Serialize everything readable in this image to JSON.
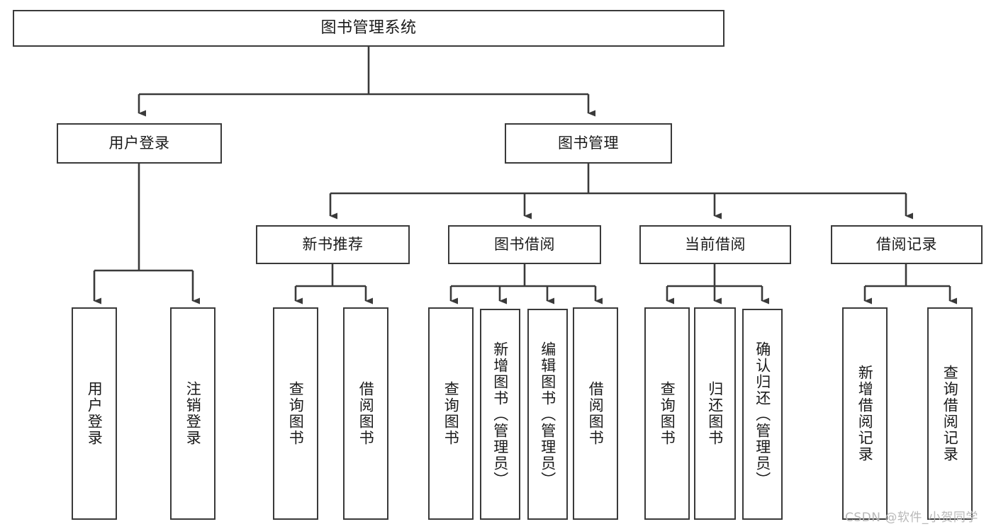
{
  "diagram": {
    "title": "图书管理系统",
    "type": "tree-hierarchy-chart",
    "background_color": "#ffffff",
    "line_color": "#3a3a3a",
    "text_color": "#1a1a1a",
    "nodes": {
      "root": {
        "label": "图书管理系统"
      },
      "level1": [
        {
          "id": "user-login",
          "label": "用户登录"
        },
        {
          "id": "book-management",
          "label": "图书管理"
        }
      ],
      "level2": [
        {
          "id": "new-book-recommend",
          "label": "新书推荐"
        },
        {
          "id": "book-borrow",
          "label": "图书借阅"
        },
        {
          "id": "current-borrow",
          "label": "当前借阅"
        },
        {
          "id": "borrow-record",
          "label": "借阅记录"
        }
      ],
      "leaves": [
        {
          "id": "leaf-user-login",
          "label": "用户登录",
          "parent": "user-login"
        },
        {
          "id": "leaf-logout",
          "label": "注销登录",
          "parent": "user-login"
        },
        {
          "id": "leaf-query-book-1",
          "label": "查询图书",
          "parent": "new-book-recommend"
        },
        {
          "id": "leaf-borrow-book-1",
          "label": "借阅图书",
          "parent": "new-book-recommend"
        },
        {
          "id": "leaf-query-book-2",
          "label": "查询图书",
          "parent": "book-borrow"
        },
        {
          "id": "leaf-add-book",
          "label": "新增图书（管理员）",
          "parent": "book-borrow"
        },
        {
          "id": "leaf-edit-book",
          "label": "编辑图书（管理员）",
          "parent": "book-borrow"
        },
        {
          "id": "leaf-borrow-book-2",
          "label": "借阅图书",
          "parent": "book-borrow"
        },
        {
          "id": "leaf-query-book-3",
          "label": "查询图书",
          "parent": "current-borrow"
        },
        {
          "id": "leaf-return-book",
          "label": "归还图书",
          "parent": "current-borrow"
        },
        {
          "id": "leaf-confirm-return",
          "label": "确认归还（管理员）",
          "parent": "current-borrow"
        },
        {
          "id": "leaf-add-record",
          "label": "新增借阅记录",
          "parent": "borrow-record"
        },
        {
          "id": "leaf-query-record",
          "label": "查询借阅记录",
          "parent": "borrow-record"
        }
      ]
    },
    "watermark": "CSDN @软件_小贺同学"
  }
}
